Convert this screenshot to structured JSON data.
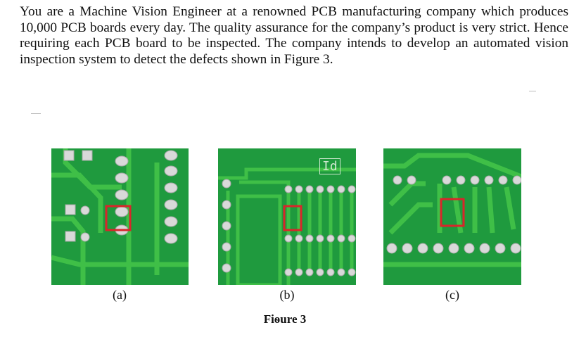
{
  "paragraph": "You are a Machine Vision Engineer at a renowned PCB manufacturing company which produces 10,000 PCB boards every day. The quality assurance for the company’s product is very strict. Hence requiring each PCB board to be inspected. The company intends to develop an automated vision inspection system to detect the defects shown in Figure 3.",
  "figure": {
    "title": "Fiѳure 3",
    "captions": [
      "(a)",
      "(b)",
      "(c)"
    ],
    "board_b_marking": "Id"
  },
  "colors": {
    "board": "#1f9a3e",
    "trace": "#3fbf47",
    "pad": "#d9d9d9",
    "defect_box": "#d8262b"
  }
}
